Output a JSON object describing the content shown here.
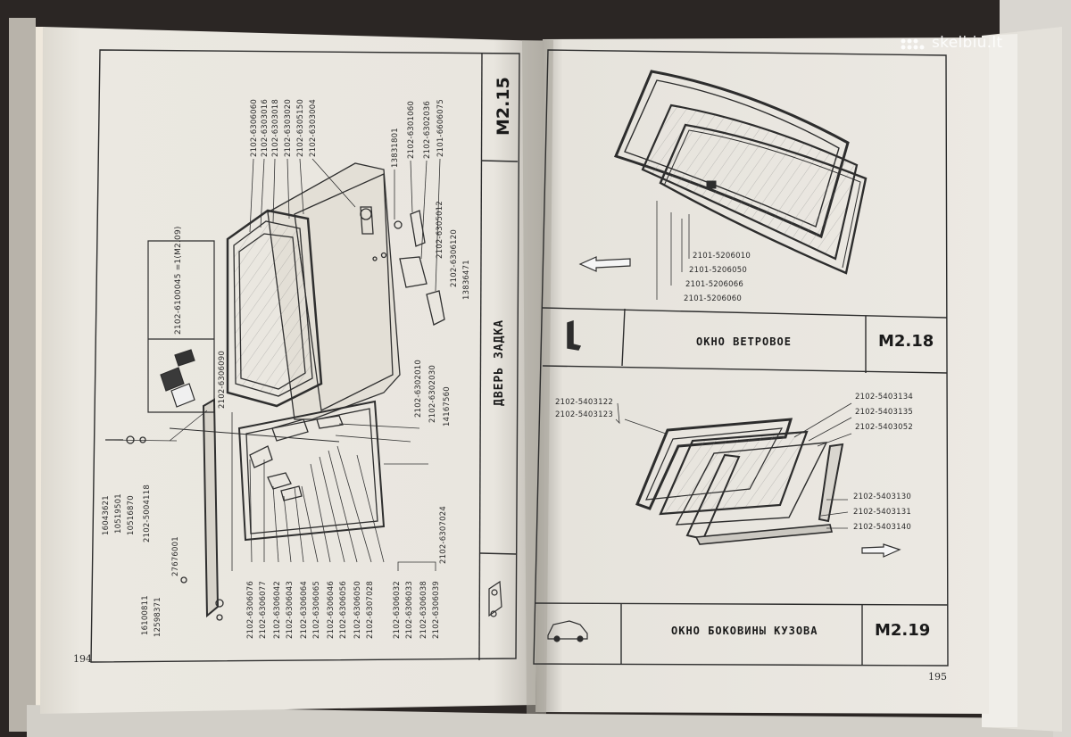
{
  "watermark": "skelbiu.lt",
  "left_page": {
    "page_number": "194",
    "section_code": "M2.15",
    "section_title": "ДВЕРЬ ЗАДКА",
    "callout": "2102-6100045 =1(M2.09)",
    "top_labels": [
      "2102-6306060",
      "2102-6303016",
      "2102-6303018",
      "2102-6303020",
      "2102-6305150",
      "2102-6303004"
    ],
    "top_right_labels": [
      "13831801",
      "2102-6301060",
      "2102-6302036",
      "2101-6606075"
    ],
    "mid_right_labels": [
      "2102-6305012",
      "2102-6306120",
      "13836471"
    ],
    "left_diag_label": "2102-6306090",
    "lower_right_labels": [
      "2102-6302010",
      "2102-6302030",
      "14167560"
    ],
    "left_edge_labels": [
      "16043621",
      "10519501",
      "10516870",
      "2102-5004118",
      "27676001",
      "16100811",
      "12598371"
    ],
    "right_edge_label": "2102-6307024",
    "bottom_labels": [
      "2102-6306076",
      "2102-6306077",
      "2102-6306042",
      "2102-6306043",
      "2102-6306064",
      "2102-6306065",
      "2102-6306046",
      "2102-6306056",
      "2102-6306050",
      "2102-6307028",
      "2102-6306032",
      "2102-6306033",
      "2102-6306038",
      "2102-6306039"
    ]
  },
  "right_page": {
    "page_number": "195",
    "top_section": {
      "code": "M2.18",
      "title": "ОКНО ВЕТРОВОЕ",
      "labels": [
        "2101-5206010",
        "2101-5206050",
        "2101-5206066",
        "2101-5206060"
      ]
    },
    "bottom_section": {
      "code": "M2.19",
      "title": "ОКНО БОКОВИНЫ КУЗОВА",
      "labels_left": [
        "2102-5403122",
        "2102-5403123"
      ],
      "labels_right_top": [
        "2102-5403134",
        "2102-5403135",
        "2102-5403052"
      ],
      "labels_right_bottom": [
        "2102-5403130",
        "2102-5403131",
        "2102-5403140"
      ]
    }
  }
}
